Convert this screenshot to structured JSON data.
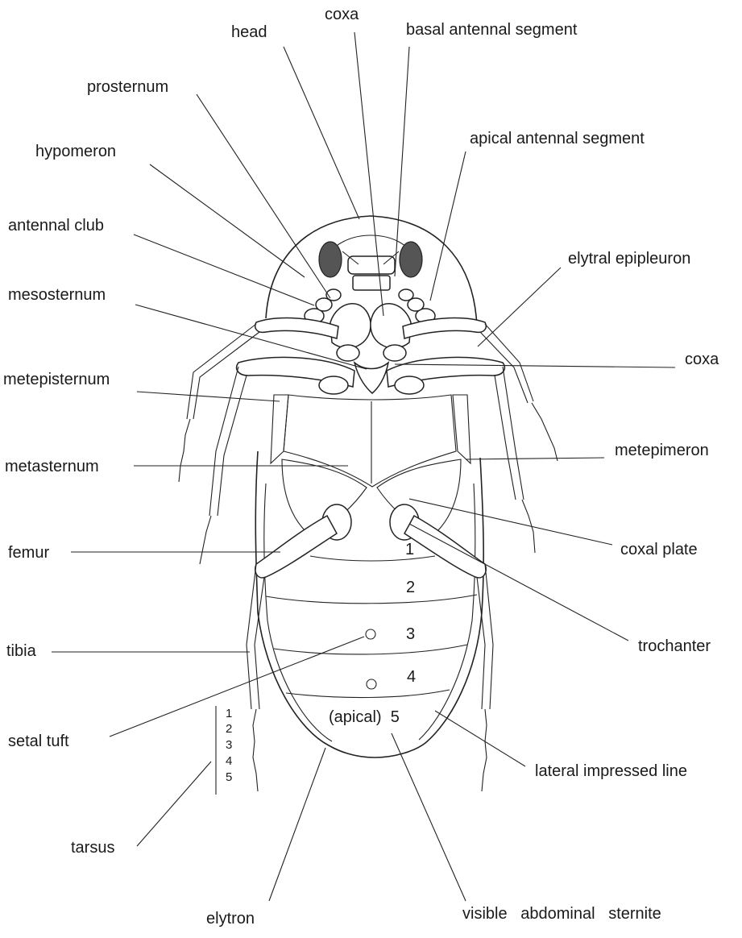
{
  "labels": {
    "coxa_top": "coxa",
    "head": "head",
    "basal_antennal_segment": "basal antennal segment",
    "prosternum": "prosternum",
    "apical_antennal_segment": "apical antennal segment",
    "hypomeron": "hypomeron",
    "antennal_club": "antennal club",
    "elytral_epipleuron": "elytral epipleuron",
    "mesosternum": "mesosternum",
    "coxa_right": "coxa",
    "metepisternum": "metepisternum",
    "metepimeron": "metepimeron",
    "metasternum": "metasternum",
    "coxal_plate": "coxal plate",
    "femur": "femur",
    "trochanter": "trochanter",
    "tibia": "tibia",
    "setal_tuft": "setal tuft",
    "lateral_impressed_line": "lateral impressed line",
    "tarsus": "tarsus",
    "elytron": "elytron",
    "visible_abdominal_sternite": "visible   abdominal   sternite"
  },
  "sternites": {
    "s1": "1",
    "s2": "2",
    "s3": "3",
    "s4": "4",
    "s5": "(apical)  5"
  },
  "tarsal_segments": [
    "1",
    "2",
    "3",
    "4",
    "5"
  ]
}
